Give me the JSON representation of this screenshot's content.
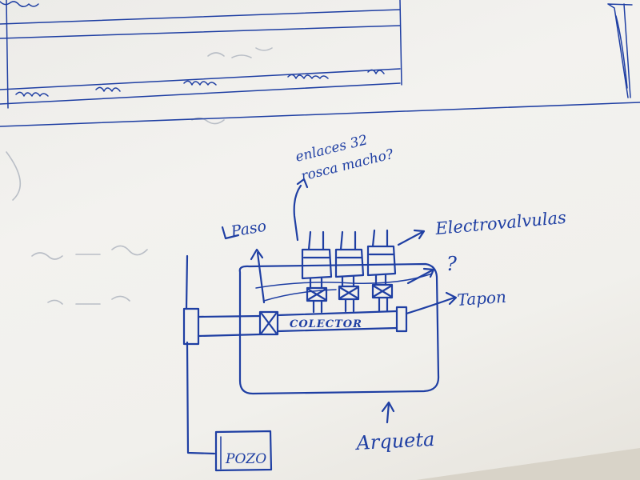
{
  "labels": {
    "pozo": "POZO",
    "colector": "COLECTOR",
    "arqueta": "Arqueta",
    "tapon": "Tapon",
    "electrovalvulas": "Electrovalvulas",
    "question": "?",
    "paso": "Paso",
    "enlaces_line1": "enlaces 32",
    "enlaces_line2": "rosca macho?"
  },
  "colors": {
    "ink": "#1f3fa3",
    "paper": "#f1f0ec"
  }
}
